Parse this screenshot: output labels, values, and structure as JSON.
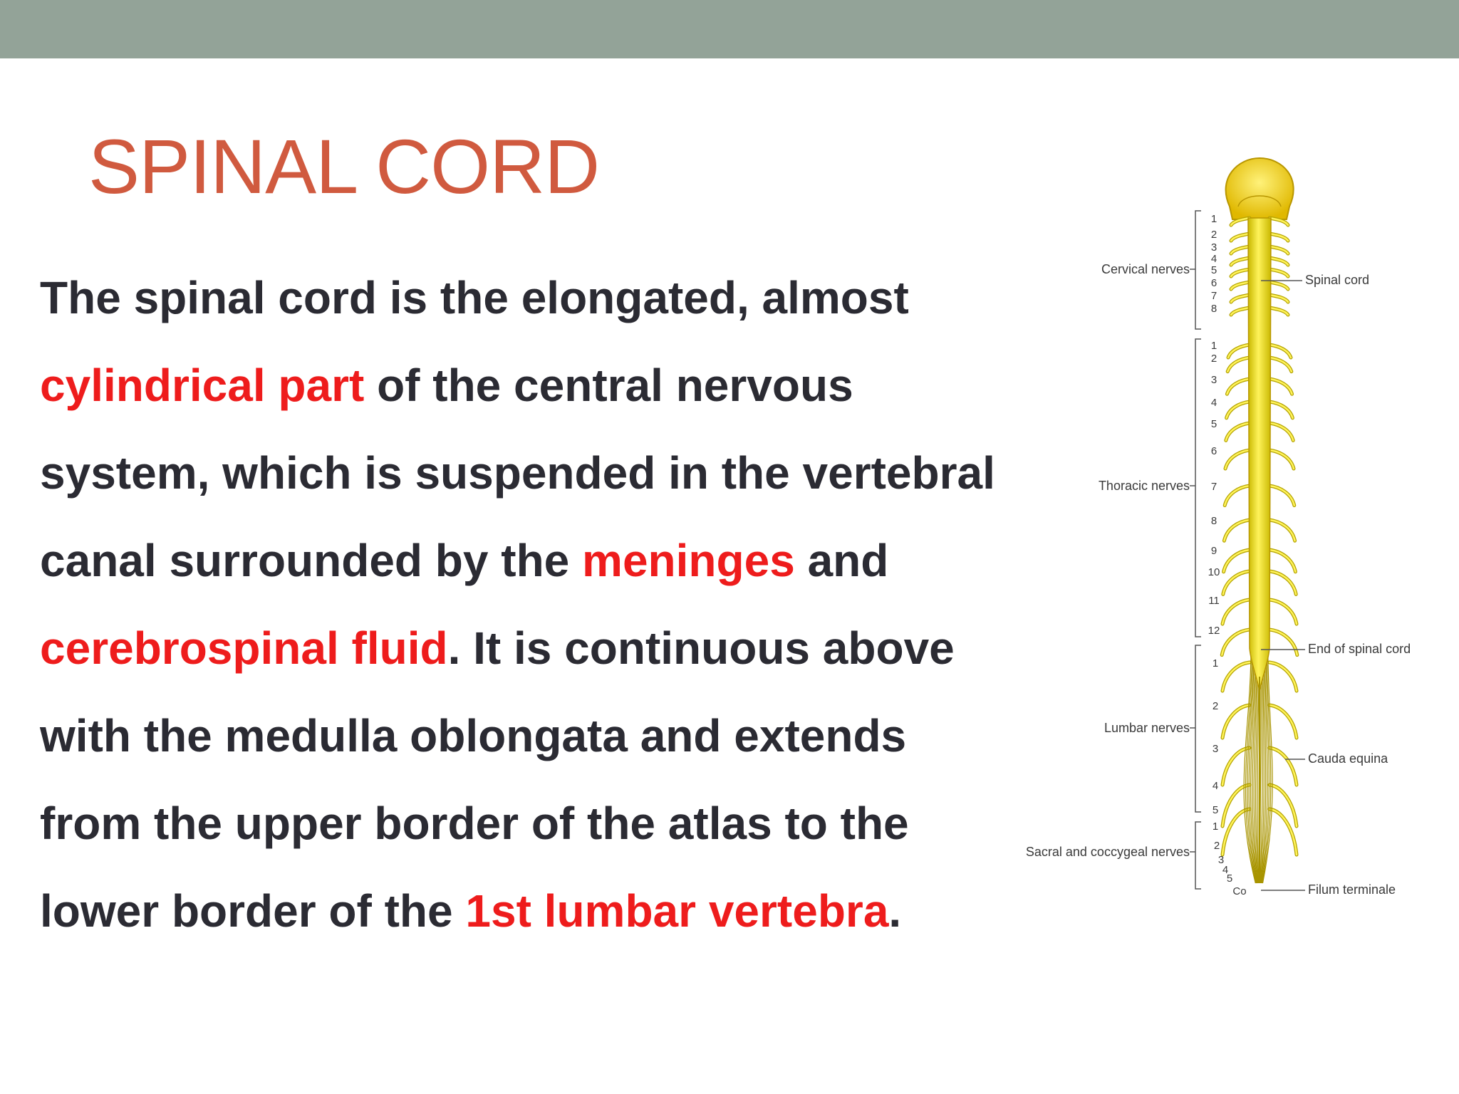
{
  "slide": {
    "title": "SPINAL CORD",
    "body": [
      [
        {
          "text": "The spinal cord is the elongated, almost",
          "hl": false
        }
      ],
      [
        {
          "text": "cylindrical part",
          "hl": true
        },
        {
          "text": " of the central nervous",
          "hl": false
        }
      ],
      [
        {
          "text": "system, which is suspended in the vertebral",
          "hl": false
        }
      ],
      [
        {
          "text": "canal surrounded by the ",
          "hl": false
        },
        {
          "text": "meninges",
          "hl": true
        },
        {
          "text": " and",
          "hl": false
        }
      ],
      [
        {
          "text": "cerebrospinal fluid",
          "hl": true
        },
        {
          "text": ". It is continuous above",
          "hl": false
        }
      ],
      [
        {
          "text": "with the medulla oblongata and extends",
          "hl": false
        }
      ],
      [
        {
          "text": "from the upper border of the atlas to the",
          "hl": false
        }
      ],
      [
        {
          "text": "lower border of the ",
          "hl": false
        },
        {
          "text": "1st lumbar vertebra",
          "hl": true
        },
        {
          "text": ".",
          "hl": false
        }
      ]
    ]
  },
  "diagram": {
    "labels": {
      "cervical": "Cervical nerves",
      "thoracic": "Thoracic nerves",
      "lumbar": "Lumbar nerves",
      "sacral": "Sacral and coccygeal nerves",
      "spinal_cord": "Spinal cord",
      "end_of_cord": "End of spinal cord",
      "cauda_equina": "Cauda equina",
      "filum_terminale": "Filum terminale"
    },
    "cervical_numbers": [
      "1",
      "2",
      "3",
      "4",
      "5",
      "6",
      "7",
      "8"
    ],
    "thoracic_numbers": [
      "1",
      "2",
      "3",
      "4",
      "5",
      "6",
      "7",
      "8",
      "9",
      "10",
      "11",
      "12"
    ],
    "lumbar_numbers": [
      "1",
      "2",
      "3",
      "4",
      "5"
    ],
    "sacral_numbers": [
      "1",
      "2",
      "3",
      "4",
      "5"
    ],
    "coccygeal_label": "Co"
  }
}
